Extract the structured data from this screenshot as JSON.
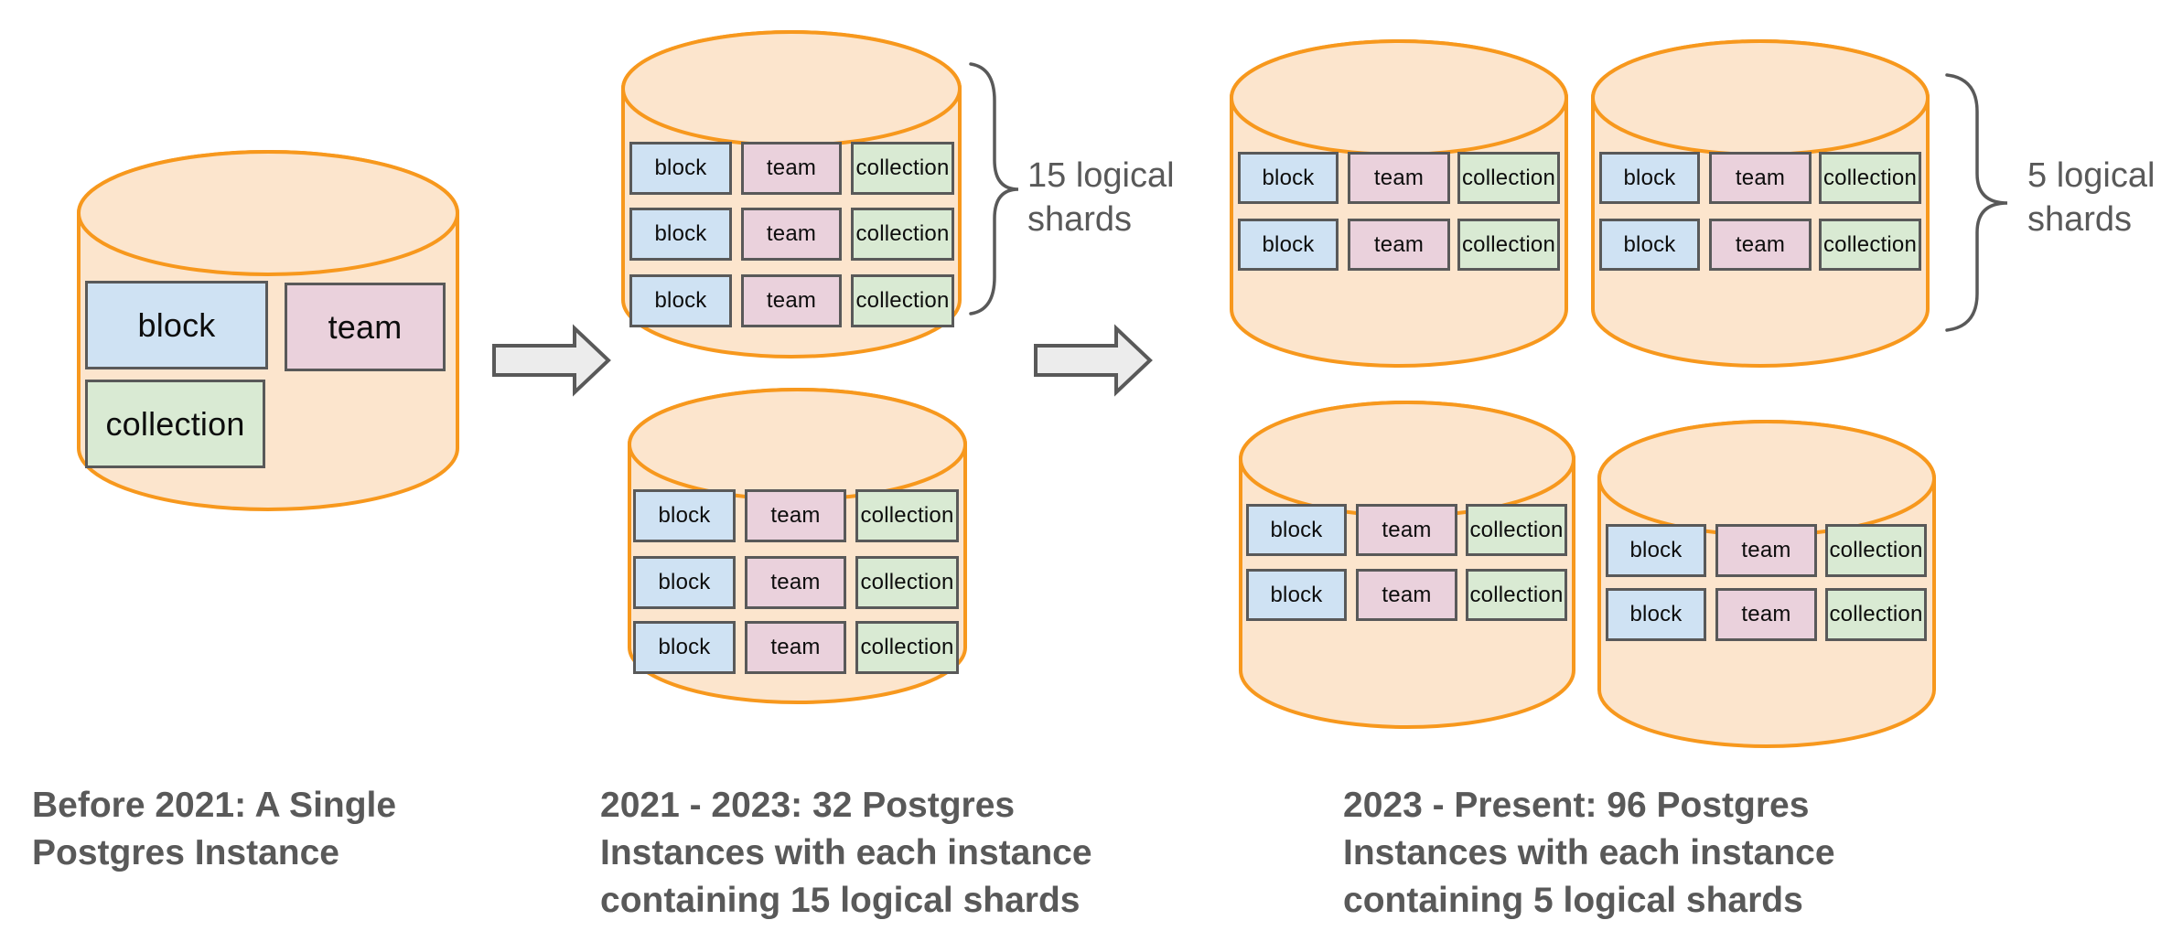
{
  "diagram": {
    "title_domain": "Postgres sharding evolution diagram",
    "table_names": [
      "block",
      "team",
      "collection"
    ],
    "colors": {
      "cylinder_fill": "#FCE5CD",
      "cylinder_stroke": "#F7981D",
      "block_fill": "#CFE2F3",
      "team_fill": "#EAD1DC",
      "collection_fill": "#D9EAD3",
      "box_border": "#595959",
      "caption_text": "#595959",
      "arrow_fill": "#ECECEC",
      "arrow_stroke": "#595959",
      "brace_stroke": "#595959"
    },
    "stages": [
      {
        "caption_lines": [
          "Before 2021: A Single",
          "Postgres Instance"
        ],
        "cylinders_shown": 1,
        "shard_rows_per_cylinder": 1
      },
      {
        "caption_lines": [
          "2021 - 2023: 32 Postgres",
          "Instances with each instance",
          "containing 15 logical shards"
        ],
        "brace_label_lines": [
          "15 logical",
          "shards"
        ],
        "cylinders_shown": 2,
        "shard_rows_per_cylinder": 3
      },
      {
        "caption_lines": [
          "2023 - Present: 96 Postgres",
          "Instances with each instance",
          "containing 5 logical shards"
        ],
        "brace_label_lines": [
          "5 logical",
          "shards"
        ],
        "cylinders_shown": 4,
        "shard_rows_per_cylinder": 2
      }
    ]
  }
}
